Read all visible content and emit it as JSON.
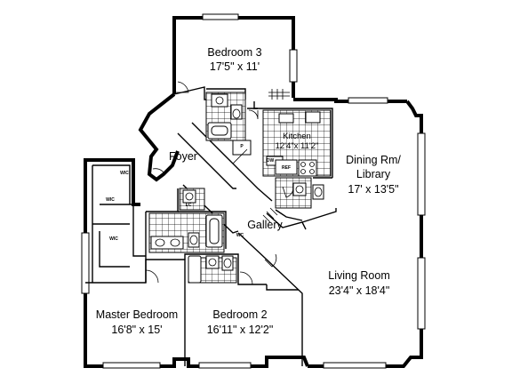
{
  "rooms": {
    "bedroom3": {
      "name": "Bedroom 3",
      "size": "17'5\" x 11'"
    },
    "kitchen": {
      "name": "Kitchen",
      "size": "12'4\"x 11'2\""
    },
    "foyer": {
      "name": "Foyer"
    },
    "dining": {
      "name_line1": "Dining Rm/",
      "name_line2": "Library",
      "size": "17' x 13'5\""
    },
    "gallery": {
      "name": "Gallery"
    },
    "living": {
      "name": "Living Room",
      "size": "23'4\" x 18'4\""
    },
    "master": {
      "name": "Master Bedroom",
      "size": "16'8\" x 15'"
    },
    "bedroom2": {
      "name": "Bedroom 2",
      "size": "16'11\" x 12'2\""
    }
  },
  "closet_tags": {
    "wic1": "WIC",
    "wic2": "WIC",
    "wic3": "WIC",
    "wc": "WC",
    "lc": "LC",
    "pantry": "P",
    "fridge": "REF",
    "dw": "DW"
  }
}
